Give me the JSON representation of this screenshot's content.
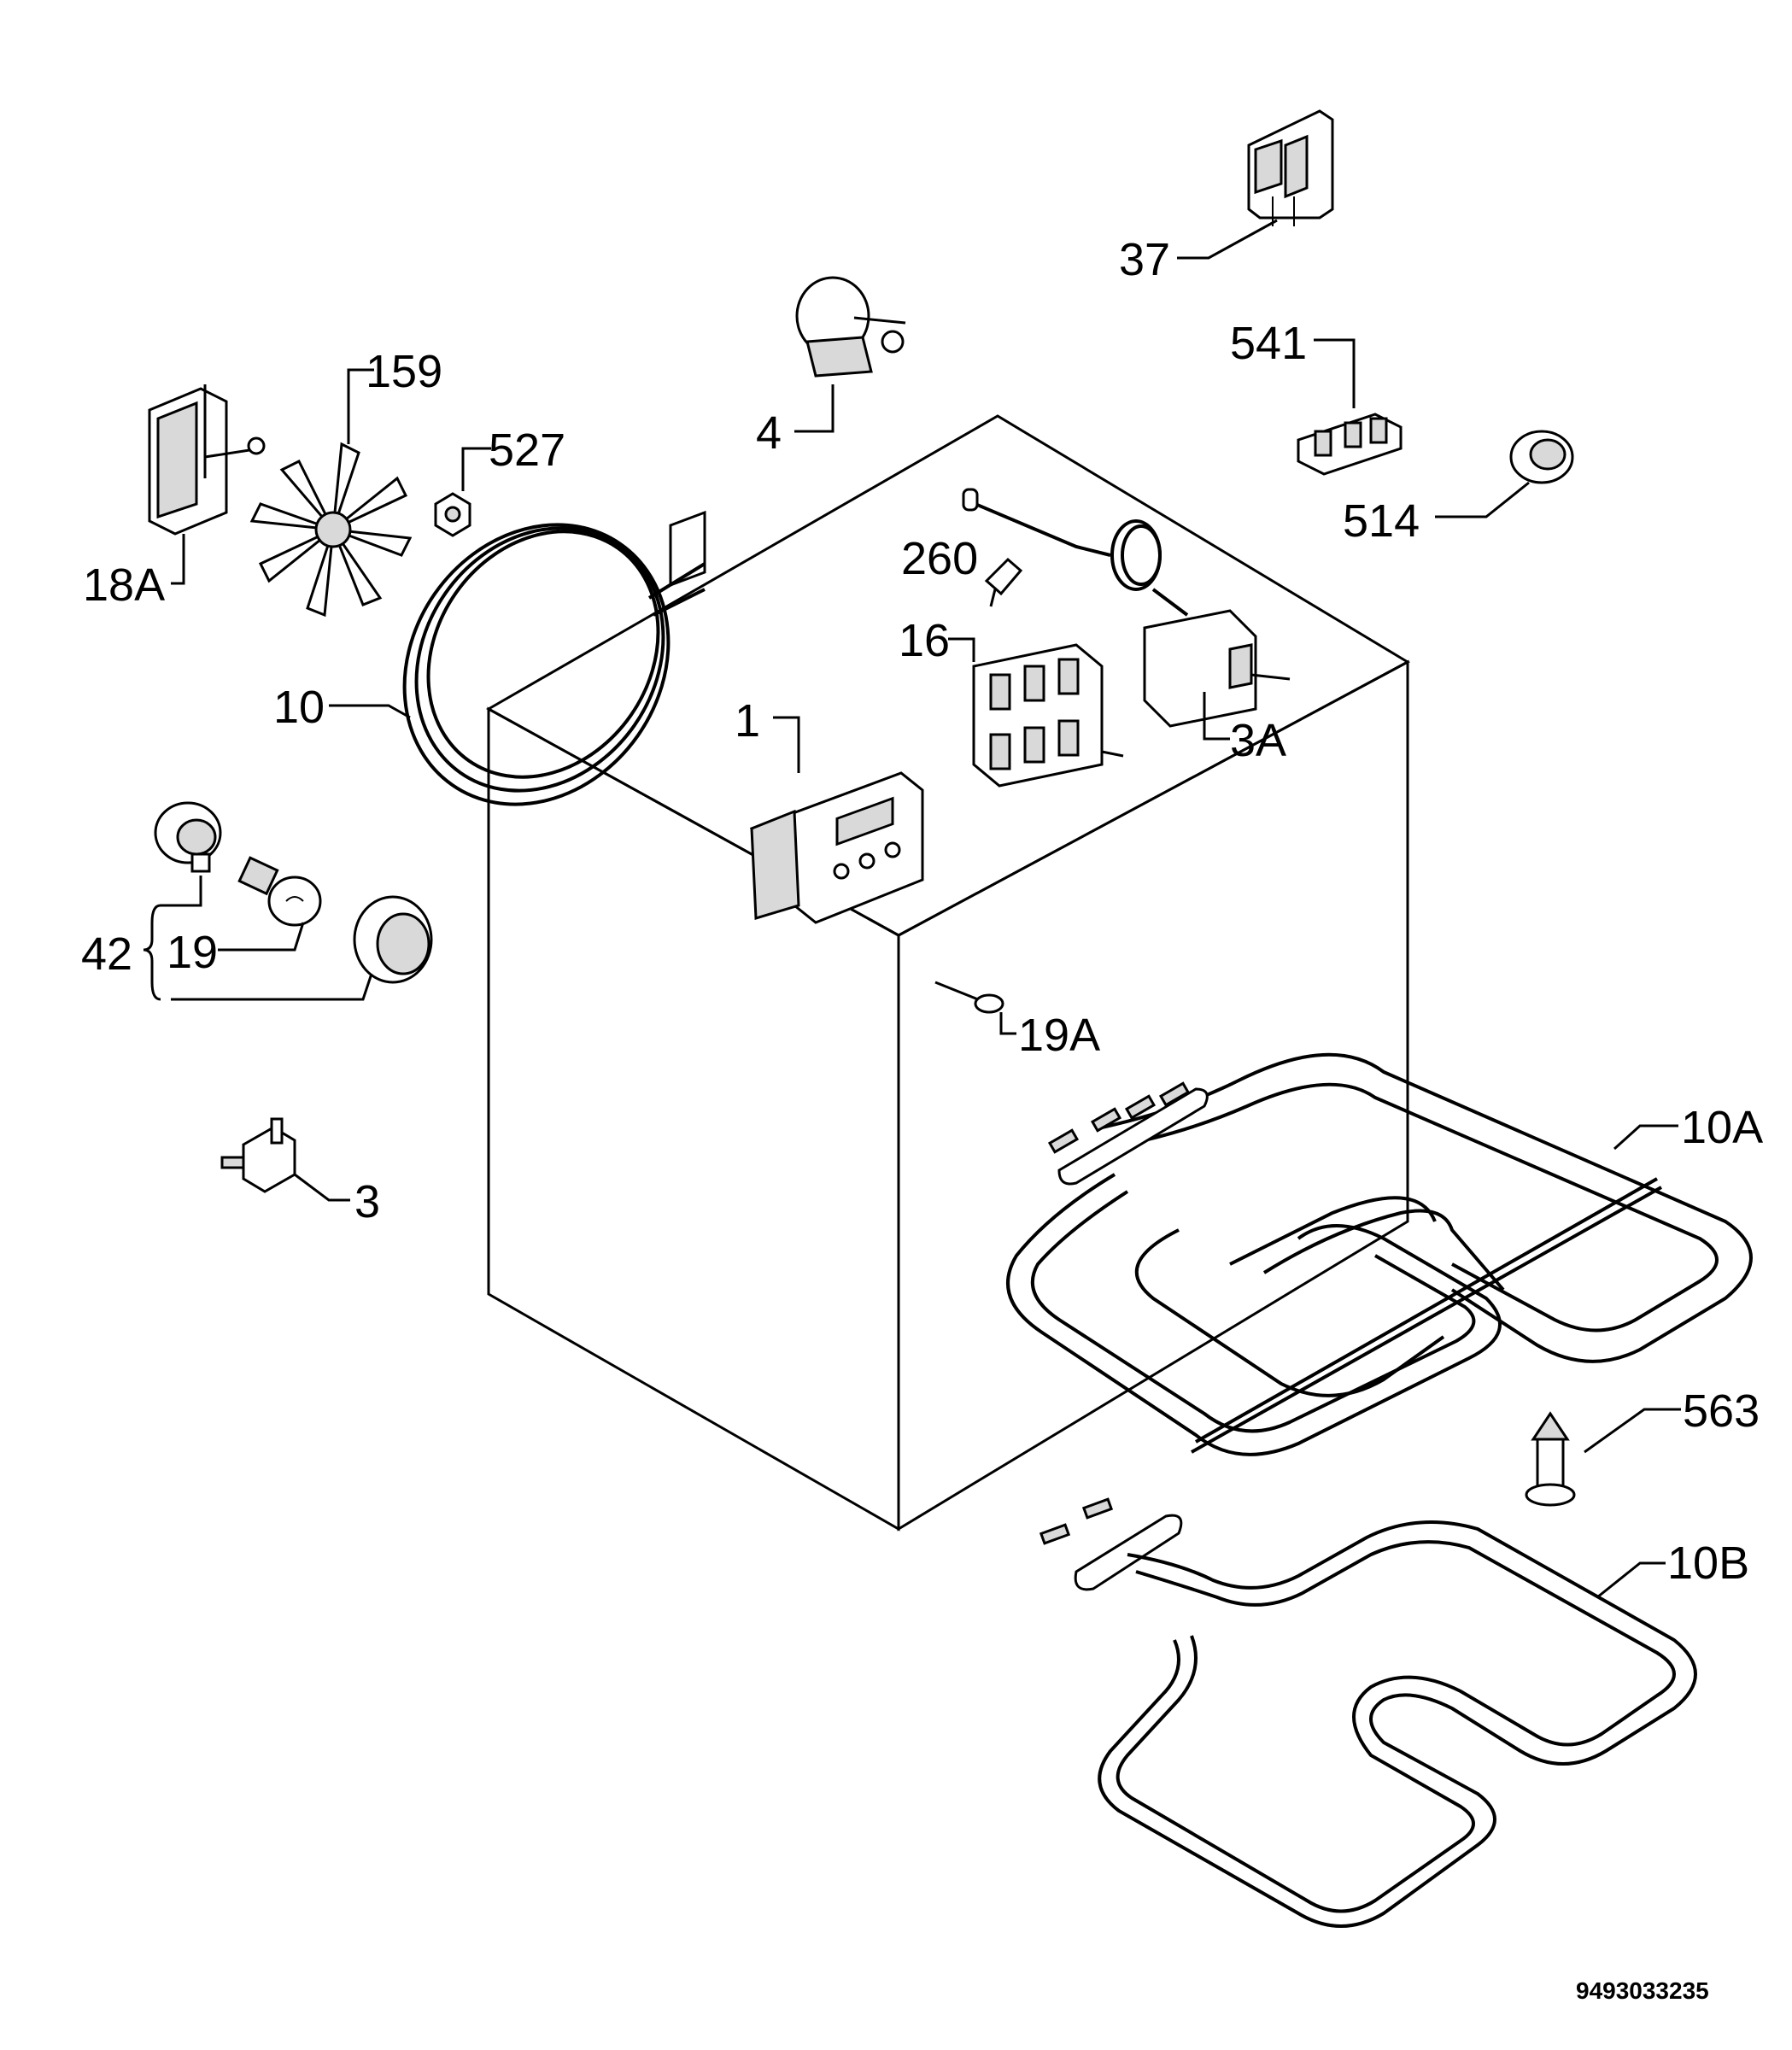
{
  "callouts": {
    "p1": "1",
    "p3": "3",
    "p3A": "3A",
    "p4": "4",
    "p10": "10",
    "p10A": "10A",
    "p10B": "10B",
    "p16": "16",
    "p18A": "18A",
    "p19": "19",
    "p19A": "19A",
    "p37": "37",
    "p42": "42",
    "p159": "159",
    "p260": "260",
    "p514": "514",
    "p527": "527",
    "p541": "541",
    "p563": "563"
  },
  "document_number": "9493033235"
}
